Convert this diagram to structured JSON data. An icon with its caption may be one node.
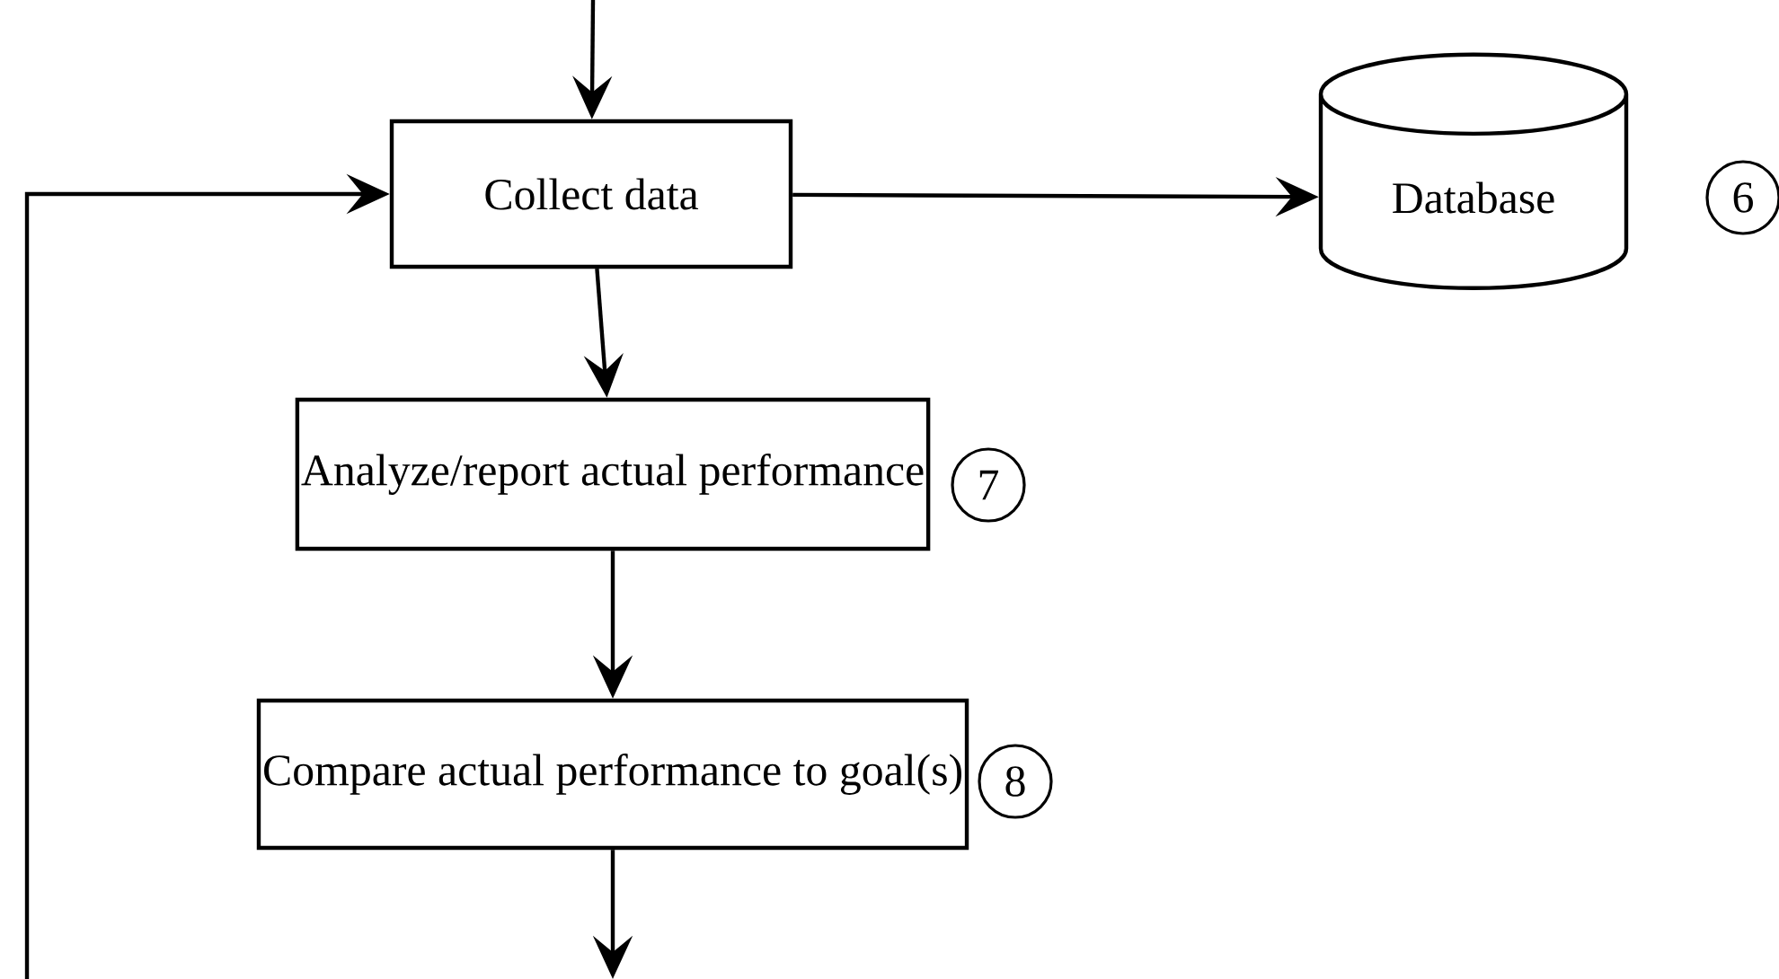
{
  "diagram": {
    "nodes": [
      {
        "text": [
          "Collect data"
        ]
      },
      {
        "text": [
          "Database"
        ]
      },
      {
        "text": [
          "Analyze/report actual performance"
        ]
      },
      {
        "text": [
          "Compare actual performance to goal(s)"
        ]
      },
      {
        "text": [
          "6"
        ]
      },
      {
        "text": [
          "7"
        ]
      },
      {
        "text": [
          "8"
        ]
      }
    ],
    "edges": [
      {
        "from": null,
        "to": 0,
        "arrow": "to"
      },
      {
        "from": null,
        "to": 0,
        "arrow": "to"
      },
      {
        "from": 0,
        "to": 1,
        "arrow": "to"
      },
      {
        "from": 0,
        "to": 2,
        "arrow": "to"
      },
      {
        "from": 2,
        "to": 3,
        "arrow": "to"
      },
      {
        "from": 3,
        "to": null,
        "arrow": "to"
      }
    ]
  }
}
